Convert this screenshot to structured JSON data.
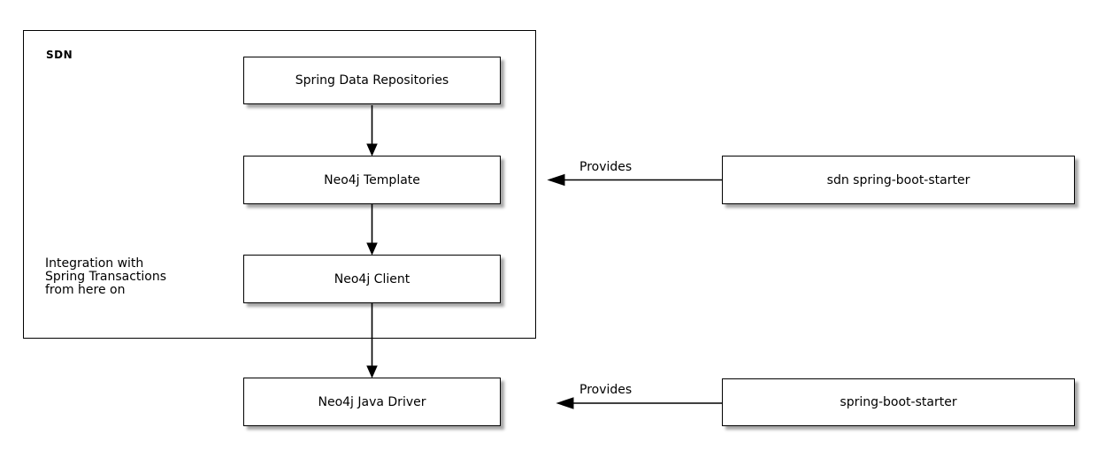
{
  "diagram": {
    "title_context": "SDN architecture diagram",
    "container": {
      "label": "SDN"
    },
    "note": {
      "lines": [
        "Integration with",
        "Spring Transactions",
        "from here on"
      ]
    },
    "nodes": {
      "spring_data_repositories": "Spring Data Repositories",
      "neo4j_template": "Neo4j Template",
      "neo4j_client": "Neo4j Client",
      "neo4j_java_driver": "Neo4j Java Driver",
      "sdn_spring_boot_starter": "sdn spring-boot-starter",
      "spring_boot_starter": "spring-boot-starter"
    },
    "edges": {
      "provides_top_label": "Provides",
      "provides_bottom_label": "Provides"
    },
    "colors": {
      "background": "#ffffff",
      "line": "#000000",
      "box_fill": "#ffffff",
      "box_shadow": "#8c8c8c",
      "text": "#000000"
    }
  }
}
